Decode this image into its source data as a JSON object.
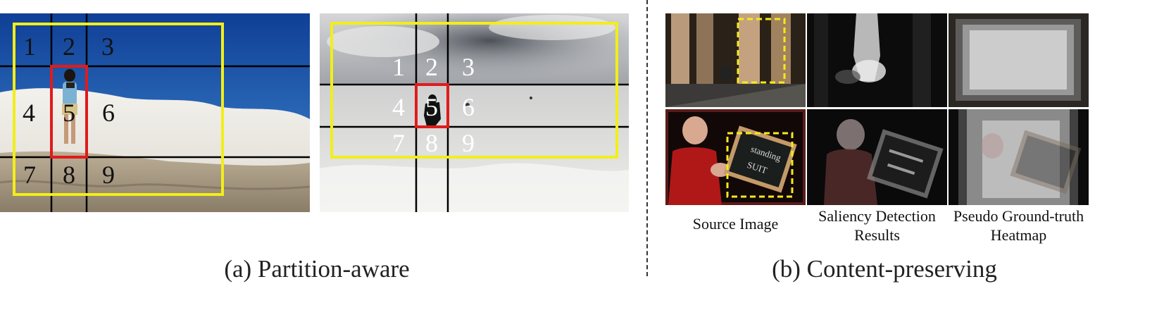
{
  "figure": {
    "left_panel": {
      "caption": "(a) Partition-aware",
      "photo1": {
        "grid_numbers": [
          "1",
          "2",
          "3",
          "4",
          "5",
          "6",
          "7",
          "8",
          "9"
        ]
      },
      "photo2": {
        "grid_numbers": [
          "1",
          "2",
          "3",
          "4",
          "5",
          "6",
          "7",
          "8",
          "9"
        ]
      }
    },
    "right_panel": {
      "caption": "(b) Content-preserving",
      "column_labels": {
        "source": "Source Image",
        "saliency_line1": "Saliency Detection",
        "saliency_line2": "Results",
        "heatmap_line1": "Pseudo Ground-truth",
        "heatmap_line2": "Heatmap"
      }
    },
    "colors": {
      "yellow_box": "#f2ee1a",
      "red_box": "#e01b1b",
      "grid_line": "#000000",
      "dashed_yellow": "#f5ea1a"
    }
  }
}
